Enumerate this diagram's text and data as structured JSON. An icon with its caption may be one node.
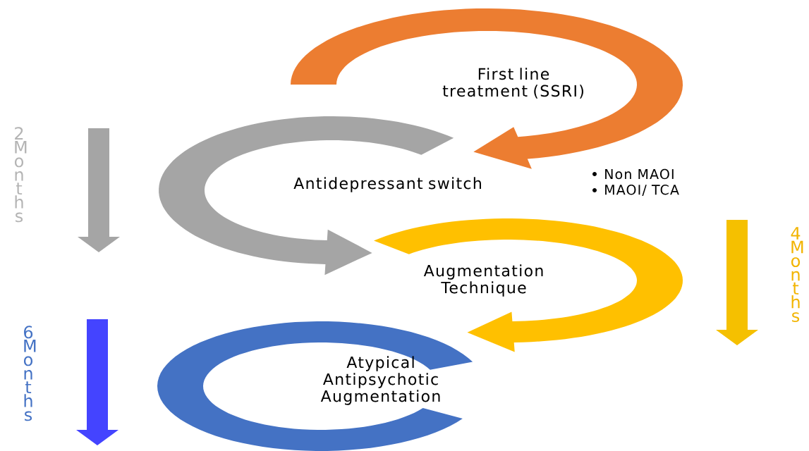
{
  "diagram": {
    "nodes": [
      {
        "text": [
          "First line treatment (SSRI)"
        ]
      },
      {
        "text": [
          "Antidepressant switch"
        ],
        "beside": [
          "Non MAOI",
          "MAOI/ TCA"
        ]
      },
      {
        "text": [
          "Augmentation Technique"
        ]
      },
      {
        "text": [
          "Atypical Antipsychotic Augmentation"
        ]
      }
    ],
    "edges": [],
    "labels": [
      "2 Months",
      "4 Months",
      "6 Months"
    ]
  }
}
